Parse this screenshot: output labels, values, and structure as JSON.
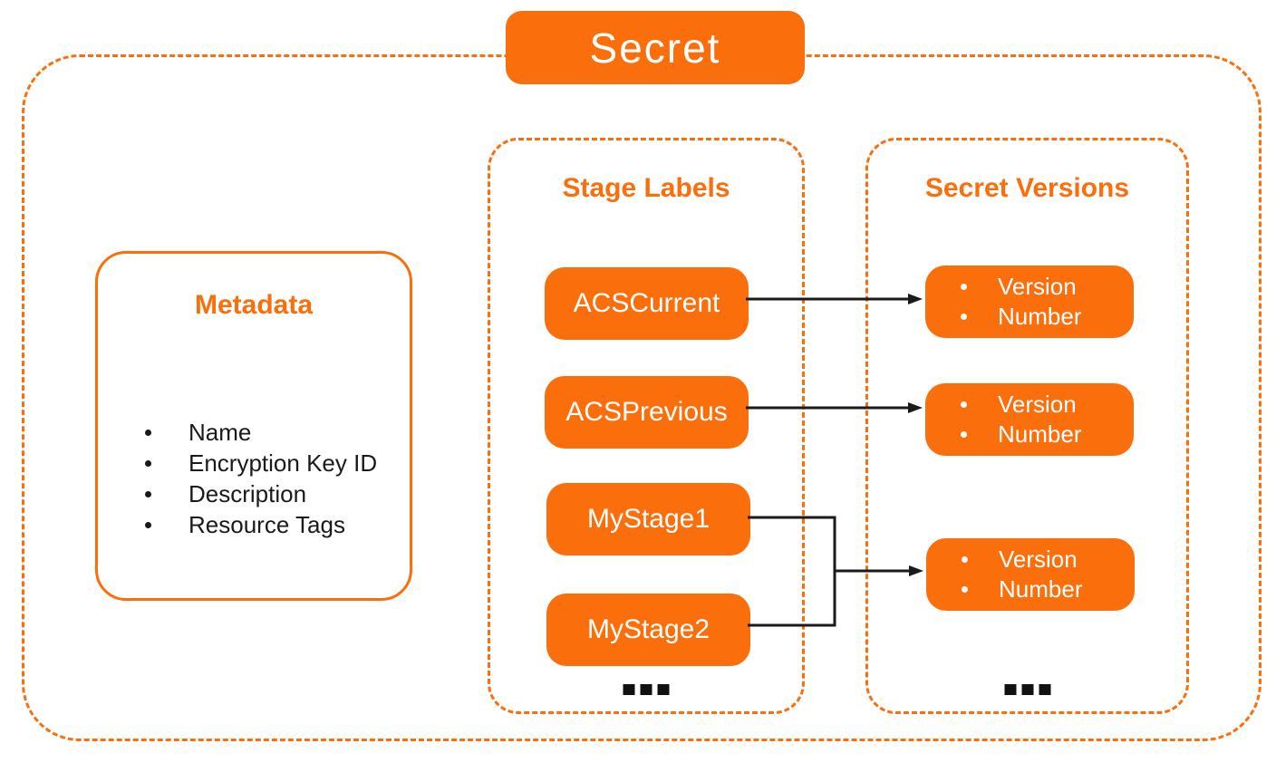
{
  "title": "Secret",
  "colors": {
    "accent": "#FA6E0B",
    "arrow": "#1A1A1A",
    "text": "#1A1A1A",
    "box_text": "#FFFFFF",
    "background": "#FFFFFF"
  },
  "metadata": {
    "title": "Metadata",
    "items": [
      "Name",
      "Encryption Key ID",
      "Description",
      "Resource Tags"
    ]
  },
  "stage_labels": {
    "title": "Stage Labels",
    "labels": [
      "ACSCurrent",
      "ACSPrevious",
      "MyStage1",
      "MyStage2"
    ],
    "ellipsis": "..."
  },
  "secret_versions": {
    "title": "Secret Versions",
    "version_boxes": [
      {
        "lines": [
          "Version",
          "Number"
        ]
      },
      {
        "lines": [
          "Version",
          "Number"
        ]
      },
      {
        "lines": [
          "Version",
          "Number"
        ]
      }
    ],
    "ellipsis": "..."
  },
  "connections": [
    {
      "from": "ACSCurrent",
      "to": "version-box-1"
    },
    {
      "from": "ACSPrevious",
      "to": "version-box-2"
    },
    {
      "from": "MyStage1",
      "to": "version-box-3"
    },
    {
      "from": "MyStage2",
      "to": "version-box-3"
    }
  ]
}
